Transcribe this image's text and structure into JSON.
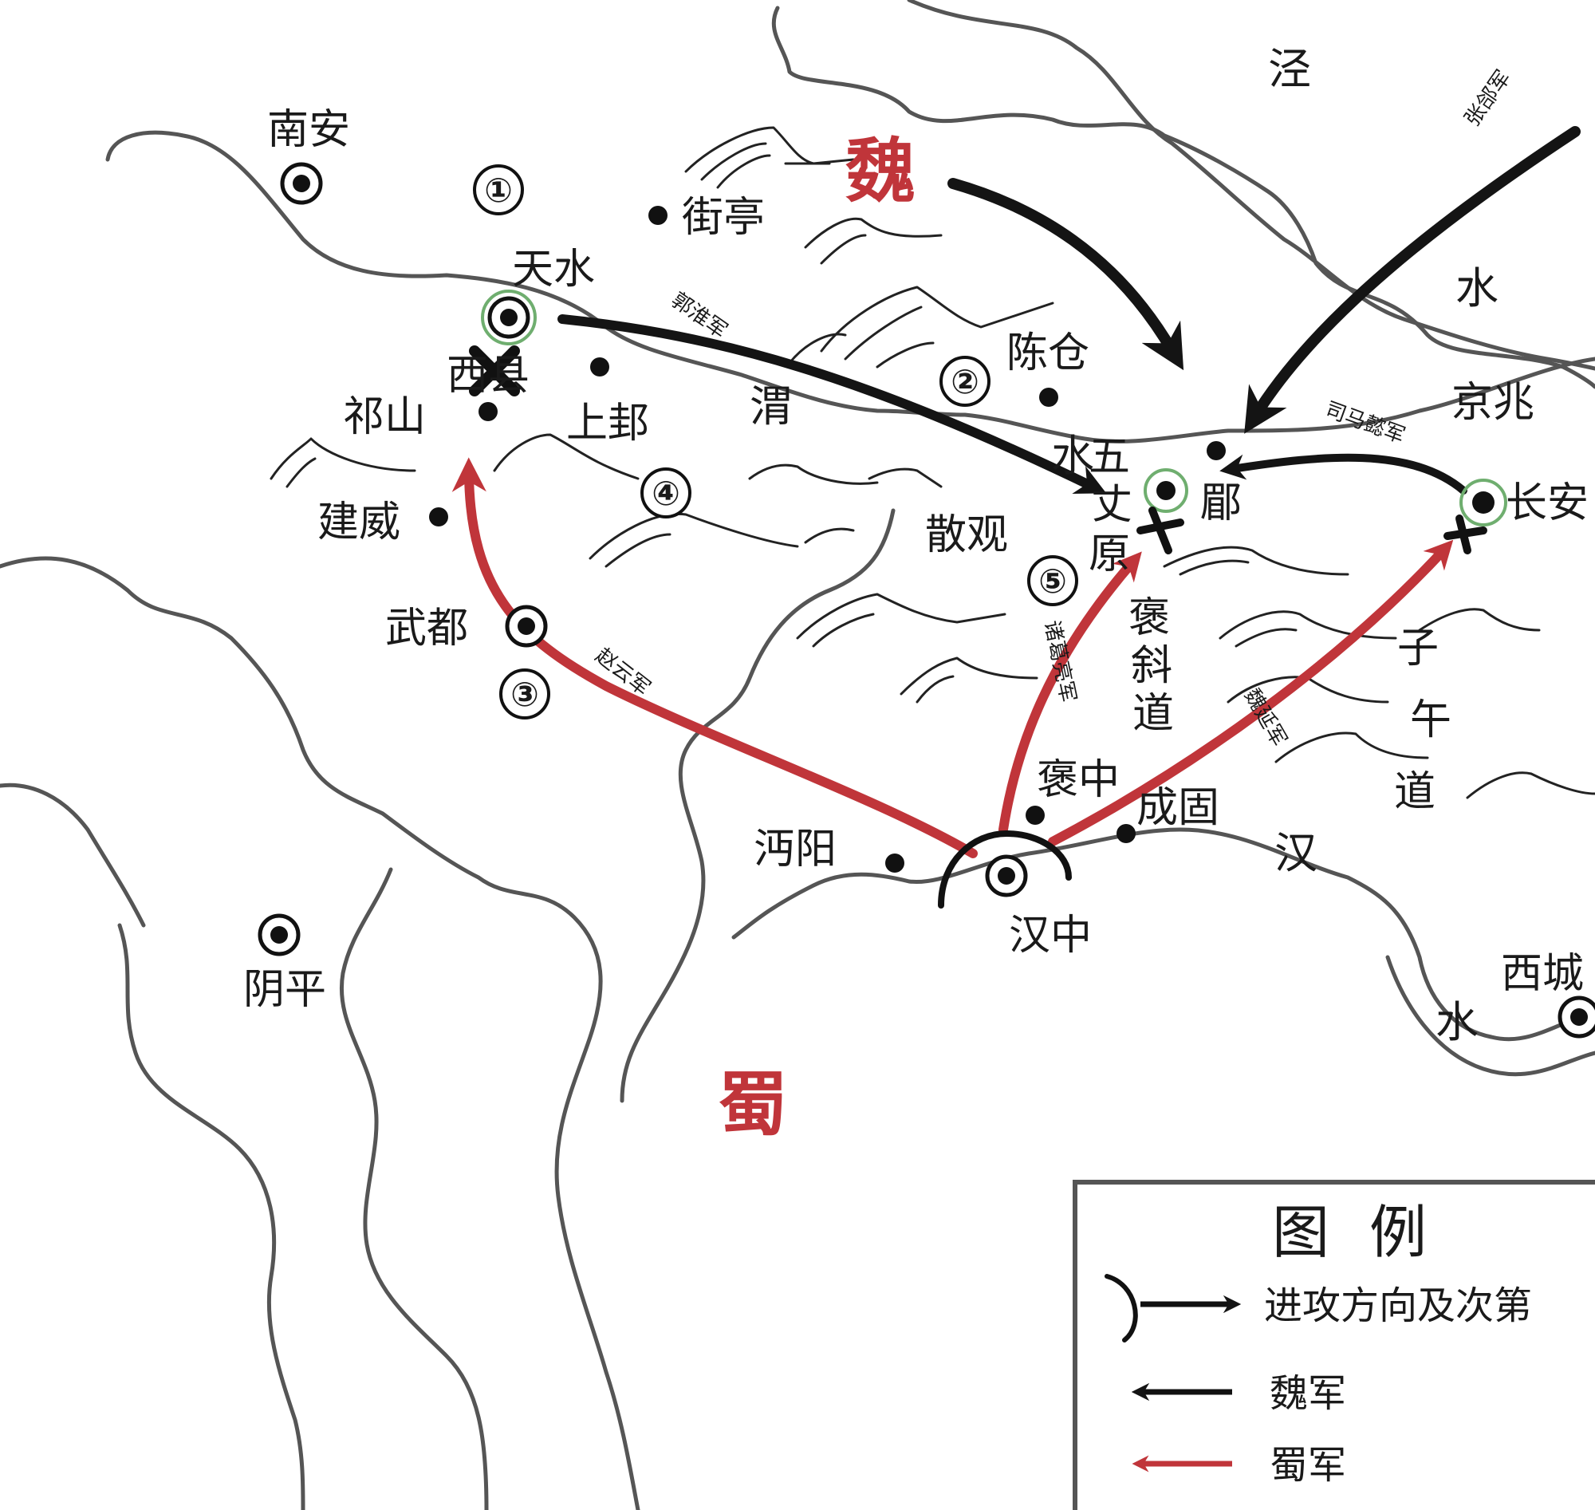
{
  "kingdoms": {
    "wei": "魏",
    "shu": "蜀"
  },
  "places": {
    "nanan": "南安",
    "jieting": "街亭",
    "tianshui": "天水",
    "xixian": "西县",
    "qishan": "祁山",
    "shanggui": "上邽",
    "jianwei": "建威",
    "wudu": "武都",
    "chencang": "陈仓",
    "jingzhao": "京兆",
    "mei": "郿",
    "changan": "长安",
    "sanguan": "散观",
    "wuzhangyuan_a": "五",
    "wuzhangyuan_b": "丈",
    "wuzhangyuan_c": "原",
    "baozhong": "褒中",
    "chenggu": "成固",
    "mianyang": "沔阳",
    "hanzhong": "汉中",
    "yinping": "阴平",
    "xicheng": "西城",
    "baoxie_a": "褒",
    "baoxie_b": "斜",
    "baoxie_c": "道",
    "ziwu_a": "子",
    "ziwu_b": "午",
    "ziwu_c": "道"
  },
  "rivers": {
    "jing_a": "泾",
    "jing_b": "水",
    "wei": "渭",
    "wei_shui": "水",
    "han": "汉",
    "han_shui": "水"
  },
  "armies": {
    "guohuai": "郭淮军",
    "zhanghe": "张郃军",
    "simayi": "司马懿军",
    "zhaoyun": "赵云军",
    "zhugeliang": "诸葛亮军",
    "weiyan": "魏延军"
  },
  "steps": [
    "①",
    "②",
    "③",
    "④",
    "⑤"
  ],
  "legend": {
    "title": "图例",
    "items": [
      {
        "label": "进攻方向及次第"
      },
      {
        "label": "魏军"
      },
      {
        "label": "蜀军"
      }
    ]
  },
  "colors": {
    "wei": "#141414",
    "shu": "#c0353a",
    "river": "#555555",
    "capital_ring": "#6fae6f"
  }
}
